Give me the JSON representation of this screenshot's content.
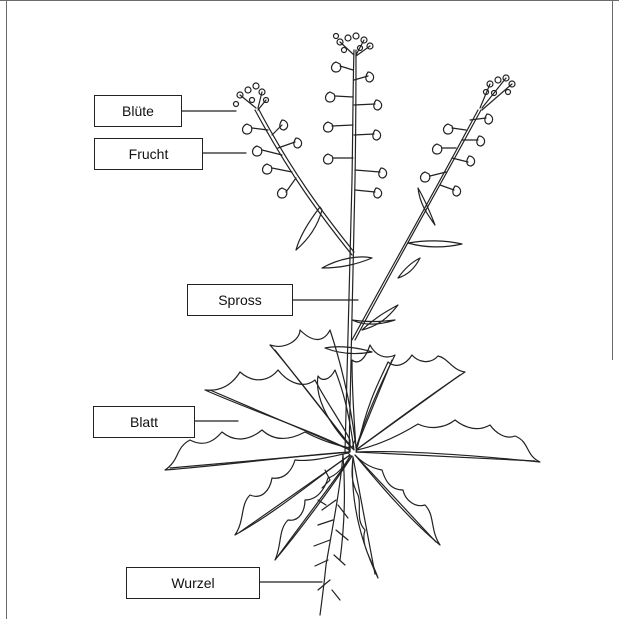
{
  "diagram": {
    "labels": {
      "bluete": "Blüte",
      "frucht": "Frucht",
      "spross": "Spross",
      "blatt": "Blatt",
      "wurzel": "Wurzel"
    }
  },
  "colors": {
    "line": "#222222",
    "frame": "#6b6b6b",
    "background": "#ffffff"
  }
}
